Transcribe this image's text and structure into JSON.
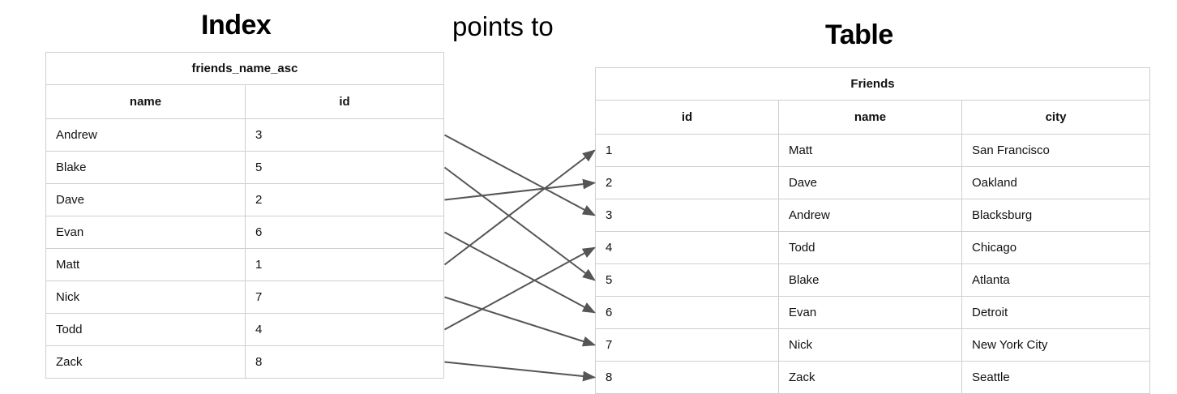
{
  "diagram": {
    "index_title": "Index",
    "table_title": "Table",
    "middle_label": "points to",
    "arrow_color": "#555555",
    "border_color": "#cfcfcf",
    "text_color": "#111111"
  },
  "index": {
    "name": "friends_name_asc",
    "columns": [
      "name",
      "id"
    ],
    "rows": [
      {
        "name": "Andrew",
        "id": "3"
      },
      {
        "name": "Blake",
        "id": "5"
      },
      {
        "name": "Dave",
        "id": "2"
      },
      {
        "name": "Evan",
        "id": "6"
      },
      {
        "name": "Matt",
        "id": "1"
      },
      {
        "name": "Nick",
        "id": "7"
      },
      {
        "name": "Todd",
        "id": "4"
      },
      {
        "name": "Zack",
        "id": "8"
      }
    ]
  },
  "table": {
    "name": "Friends",
    "columns": [
      "id",
      "name",
      "city"
    ],
    "rows": [
      {
        "id": "1",
        "name": "Matt",
        "city": "San Francisco"
      },
      {
        "id": "2",
        "name": "Dave",
        "city": "Oakland"
      },
      {
        "id": "3",
        "name": "Andrew",
        "city": "Blacksburg"
      },
      {
        "id": "4",
        "name": "Todd",
        "city": "Chicago"
      },
      {
        "id": "5",
        "name": "Blake",
        "city": "Atlanta"
      },
      {
        "id": "6",
        "name": "Evan",
        "city": "Detroit"
      },
      {
        "id": "7",
        "name": "Nick",
        "city": "New York City"
      },
      {
        "id": "8",
        "name": "Zack",
        "city": "Seattle"
      }
    ]
  },
  "connections": [
    {
      "from_index_row": 0,
      "from_name": "Andrew",
      "to_table_row": 2,
      "to_id": "3"
    },
    {
      "from_index_row": 1,
      "from_name": "Blake",
      "to_table_row": 4,
      "to_id": "5"
    },
    {
      "from_index_row": 2,
      "from_name": "Dave",
      "to_table_row": 1,
      "to_id": "2"
    },
    {
      "from_index_row": 3,
      "from_name": "Evan",
      "to_table_row": 5,
      "to_id": "6"
    },
    {
      "from_index_row": 4,
      "from_name": "Matt",
      "to_table_row": 0,
      "to_id": "1"
    },
    {
      "from_index_row": 5,
      "from_name": "Nick",
      "to_table_row": 6,
      "to_id": "7"
    },
    {
      "from_index_row": 6,
      "from_name": "Todd",
      "to_table_row": 3,
      "to_id": "4"
    },
    {
      "from_index_row": 7,
      "from_name": "Zack",
      "to_table_row": 7,
      "to_id": "8"
    }
  ]
}
